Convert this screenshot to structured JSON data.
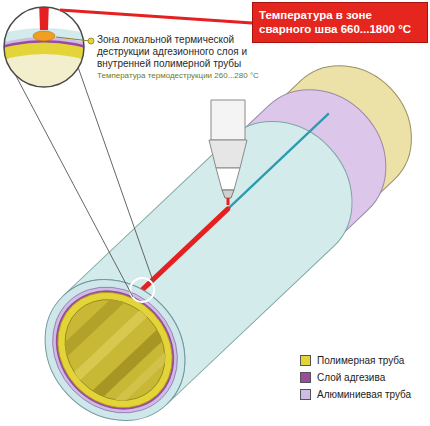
{
  "diagram": {
    "nodes": [
      {
        "text": [
          "Температура в зоне сварного шва 660...1800 °C"
        ]
      }
    ],
    "labels": [
      "Зона локальной термической деструкции адгезионного слоя и внутренней полимерной трубы",
      "Температура термодеструкции 260...280 °C"
    ],
    "legend": [
      {
        "text": "Полимерная труба",
        "color": "#e3d437"
      },
      {
        "text": "Слой адгезива",
        "color": "#9b4a9e"
      },
      {
        "text": "Алюминиевая труба",
        "color": "#cdbde6"
      }
    ]
  }
}
